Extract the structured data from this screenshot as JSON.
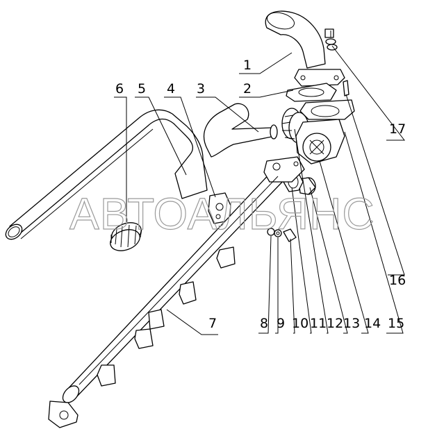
{
  "watermark": "АВТОАЛЬЯНС",
  "callouts": [
    "1",
    "2",
    "3",
    "4",
    "5",
    "6",
    "7",
    "8",
    "9",
    "10",
    "11",
    "12",
    "13",
    "14",
    "15",
    "16",
    "17"
  ],
  "colors": {
    "line": "#000000",
    "watermark": "#9a9a9a",
    "background": "#ffffff"
  }
}
